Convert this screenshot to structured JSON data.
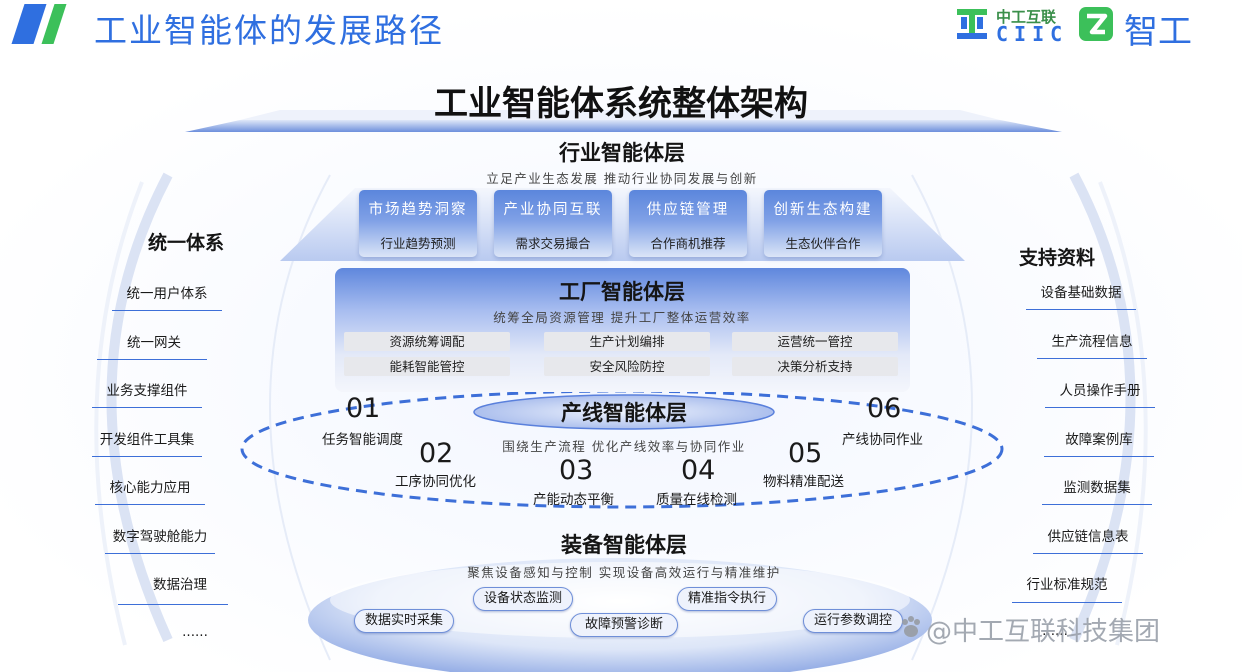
{
  "header": {
    "title": "工业智能体的发展路径",
    "logo1_cn": "中工互联",
    "logo1_en": "CIIC",
    "logo2_text": "智工"
  },
  "main_title": "工业智能体系统整体架构",
  "industry_layer": {
    "title": "行业智能体层",
    "subtitle": "立足产业生态发展 推动行业协同发展与创新",
    "cards": [
      {
        "head": "市场趋势洞察",
        "body": "行业趋势预测"
      },
      {
        "head": "产业协同互联",
        "body": "需求交易撮合"
      },
      {
        "head": "供应链管理",
        "body": "合作商机推荐"
      },
      {
        "head": "创新生态构建",
        "body": "生态伙伴合作"
      }
    ]
  },
  "factory_layer": {
    "title": "工厂智能体层",
    "subtitle": "统筹全局资源管理 提升工厂整体运营效率",
    "chips": [
      "资源统筹调配",
      "生产计划编排",
      "运营统一管控",
      "能耗智能管控",
      "安全风险防控",
      "决策分析支持"
    ]
  },
  "line_layer": {
    "title": "产线智能体层",
    "subtitle": "围绕生产流程 优化产线效率与协同作业",
    "tasks": [
      {
        "num": "01",
        "label": "任务智能调度"
      },
      {
        "num": "02",
        "label": "工序协同优化"
      },
      {
        "num": "03",
        "label": "产能动态平衡"
      },
      {
        "num": "04",
        "label": "质量在线检测"
      },
      {
        "num": "05",
        "label": "物料精准配送"
      },
      {
        "num": "06",
        "label": "产线协同作业"
      }
    ]
  },
  "equipment_layer": {
    "title": "装备智能体层",
    "subtitle": "聚焦设备感知与控制 实现设备高效运行与精准维护",
    "pills": [
      "数据实时采集",
      "设备状态监测",
      "故障预警诊断",
      "精准指令执行",
      "运行参数调控"
    ]
  },
  "left_column": {
    "title": "统一体系",
    "items": [
      "统一用户体系",
      "统一网关",
      "业务支撑组件",
      "开发组件工具集",
      "核心能力应用",
      "数字驾驶舱能力",
      "数据治理",
      "......"
    ]
  },
  "right_column": {
    "title": "支持资料",
    "items": [
      "设备基础数据",
      "生产流程信息",
      "人员操作手册",
      "故障案例库",
      "监测数据集",
      "供应链信息表",
      "行业标准规范",
      "......"
    ]
  },
  "watermark": "@中工互联科技集团",
  "colors": {
    "accent_blue": "#2f6fe0",
    "accent_green": "#3cc05a",
    "line_blue": "#3d6fd8"
  }
}
